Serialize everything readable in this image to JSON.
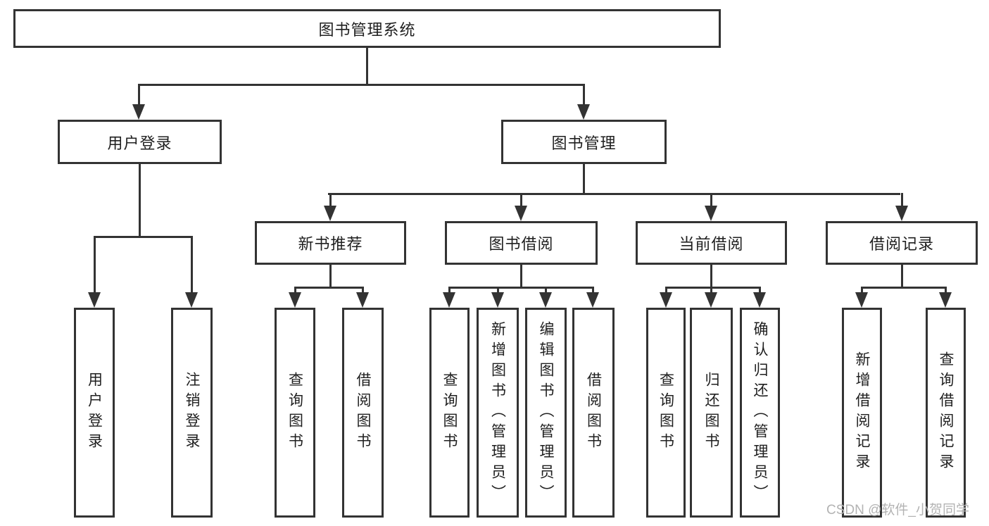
{
  "diagram": {
    "root": "图书管理系统",
    "level2": [
      "用户登录",
      "图书管理"
    ],
    "level3": [
      "新书推荐",
      "图书借阅",
      "当前借阅",
      "借阅记录"
    ],
    "leaves": {
      "user_login": [
        "用户登录",
        "注销登录"
      ],
      "new_book": [
        "查询图书",
        "借阅图书"
      ],
      "book_borrow": [
        "查询图书",
        "新增图书（管理员）",
        "编辑图书（管理员）",
        "借阅图书"
      ],
      "current_borrow": [
        "查询图书",
        "归还图书",
        "确认归还（管理员）"
      ],
      "borrow_record": [
        "新增借阅记录",
        "查询借阅记录"
      ]
    }
  },
  "watermark": {
    "text": "CSDN @软件_小贺同学"
  },
  "colors": {
    "line": "#333333",
    "text": "#1f1f1f",
    "watermark": "#b3b3b3",
    "background": "#ffffff"
  }
}
